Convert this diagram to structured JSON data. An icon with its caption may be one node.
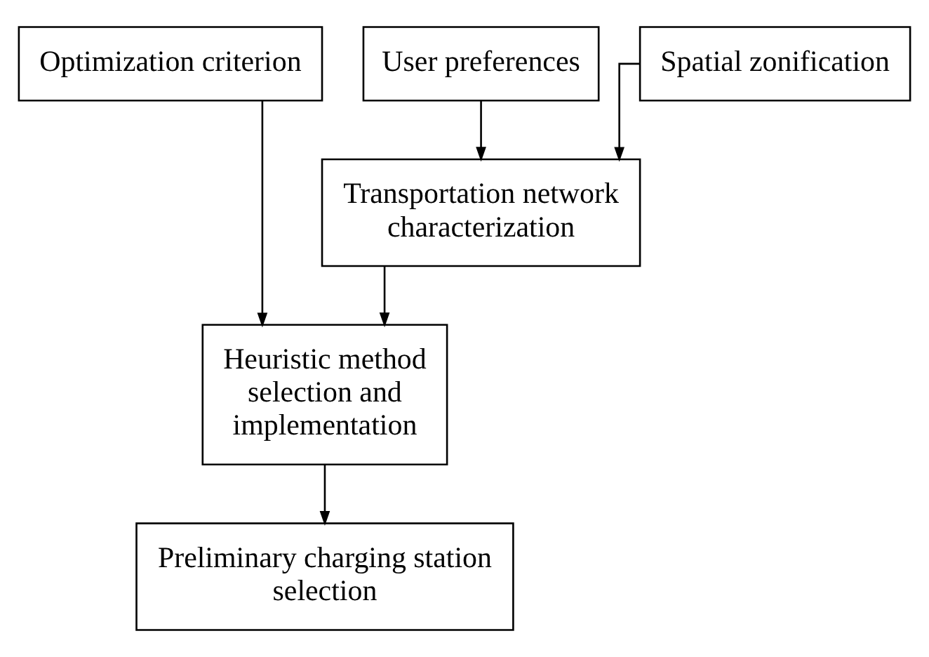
{
  "diagram": {
    "nodes": [
      {
        "text": [
          "Optimization criterion"
        ]
      },
      {
        "text": [
          "User preferences"
        ]
      },
      {
        "text": [
          "Spatial zonification"
        ]
      },
      {
        "text": [
          "Transportation network characterization"
        ]
      },
      {
        "text": [
          "Heuristic method selection and implementation"
        ]
      },
      {
        "text": [
          "Preliminary charging station selection"
        ]
      }
    ],
    "edges": [
      {
        "from": 1,
        "to": 3,
        "arrow": "to"
      },
      {
        "from": 2,
        "to": 3,
        "arrow": "to"
      },
      {
        "from": 0,
        "to": 4,
        "arrow": "to"
      },
      {
        "from": 3,
        "to": 4,
        "arrow": "to"
      },
      {
        "from": 4,
        "to": 5,
        "arrow": "to"
      }
    ]
  }
}
